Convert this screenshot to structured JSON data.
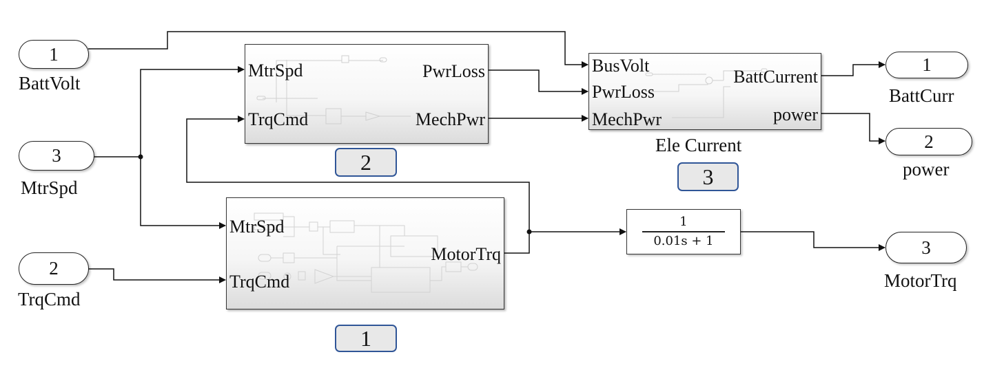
{
  "diagram": {
    "inports": [
      {
        "number": "1",
        "name": "BattVolt"
      },
      {
        "number": "3",
        "name": "MtrSpd"
      },
      {
        "number": "2",
        "name": "TrqCmd"
      }
    ],
    "outports": [
      {
        "number": "1",
        "name": "BattCurr"
      },
      {
        "number": "2",
        "name": "power"
      },
      {
        "number": "3",
        "name": "MotorTrq"
      }
    ],
    "subsystems": {
      "mech_power": {
        "inputs": [
          "MtrSpd",
          "TrqCmd"
        ],
        "outputs": [
          "PwrLoss",
          "MechPwr"
        ],
        "tag": "2"
      },
      "ele_current": {
        "name": "Ele Current",
        "inputs": [
          "BusVolt",
          "PwrLoss",
          "MechPwr"
        ],
        "outputs": [
          "BattCurrent",
          "power"
        ],
        "tag": "3"
      },
      "motor_torque": {
        "inputs": [
          "MtrSpd",
          "TrqCmd"
        ],
        "outputs": [
          "MotorTrq"
        ],
        "tag": "1"
      }
    },
    "transfer_fcn": {
      "numerator": "1",
      "denominator": "0.01s + 1"
    }
  }
}
